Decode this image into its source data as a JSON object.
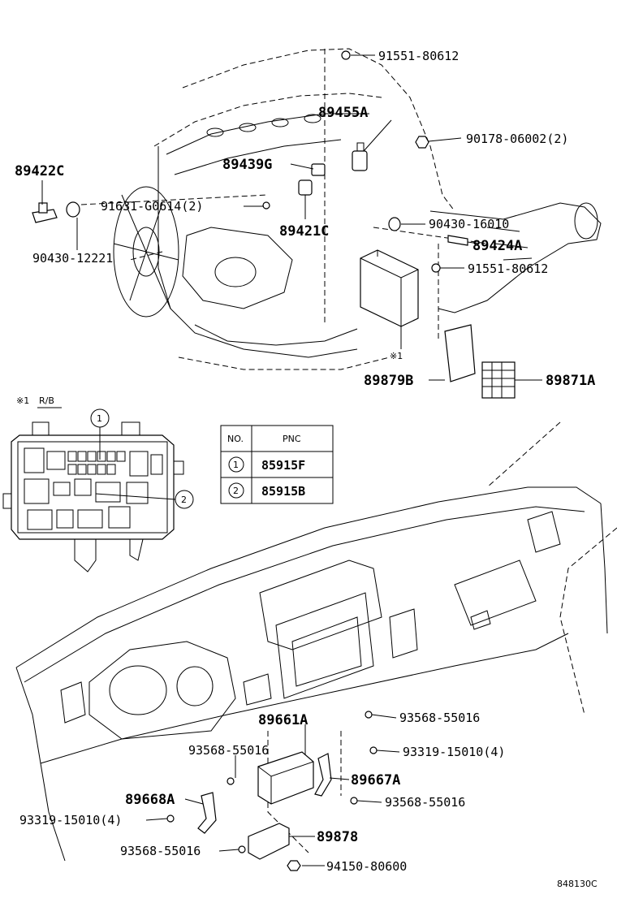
{
  "labels": {
    "p91551_top": "91551-80612",
    "p89455A": "89455A",
    "p90178": "90178-06002(2)",
    "p89422C": "89422C",
    "p89439G": "89439G",
    "p91631": "91631-G0614(2)",
    "p89421C": "89421C",
    "p90430_16010": "90430-16010",
    "p89424A": "89424A",
    "p90430_12221": "90430-12221",
    "p91551_mid": "91551-80612",
    "mark1": "※1",
    "p89879B": "89879B",
    "p89871A": "89871A",
    "rb_note": "※1",
    "rb_label": "R/B",
    "callout1": "1",
    "callout2": "2",
    "p89661A": "89661A",
    "p93568_a": "93568-55016",
    "p93568_b": "93568-55016",
    "p93319_a": "93319-15010(4)",
    "p89667A": "89667A",
    "p89668A": "89668A",
    "p93568_c": "93568-55016",
    "p93319_b": "93319-15010(4)",
    "p89878": "89878",
    "p93568_d": "93568-55016",
    "p94150": "94150-80600",
    "figure_id": "848130C"
  },
  "table": {
    "headers": [
      "NO.",
      "PNC"
    ],
    "rows": [
      {
        "no": "1",
        "pnc": "85915F"
      },
      {
        "no": "2",
        "pnc": "85915B"
      }
    ]
  }
}
